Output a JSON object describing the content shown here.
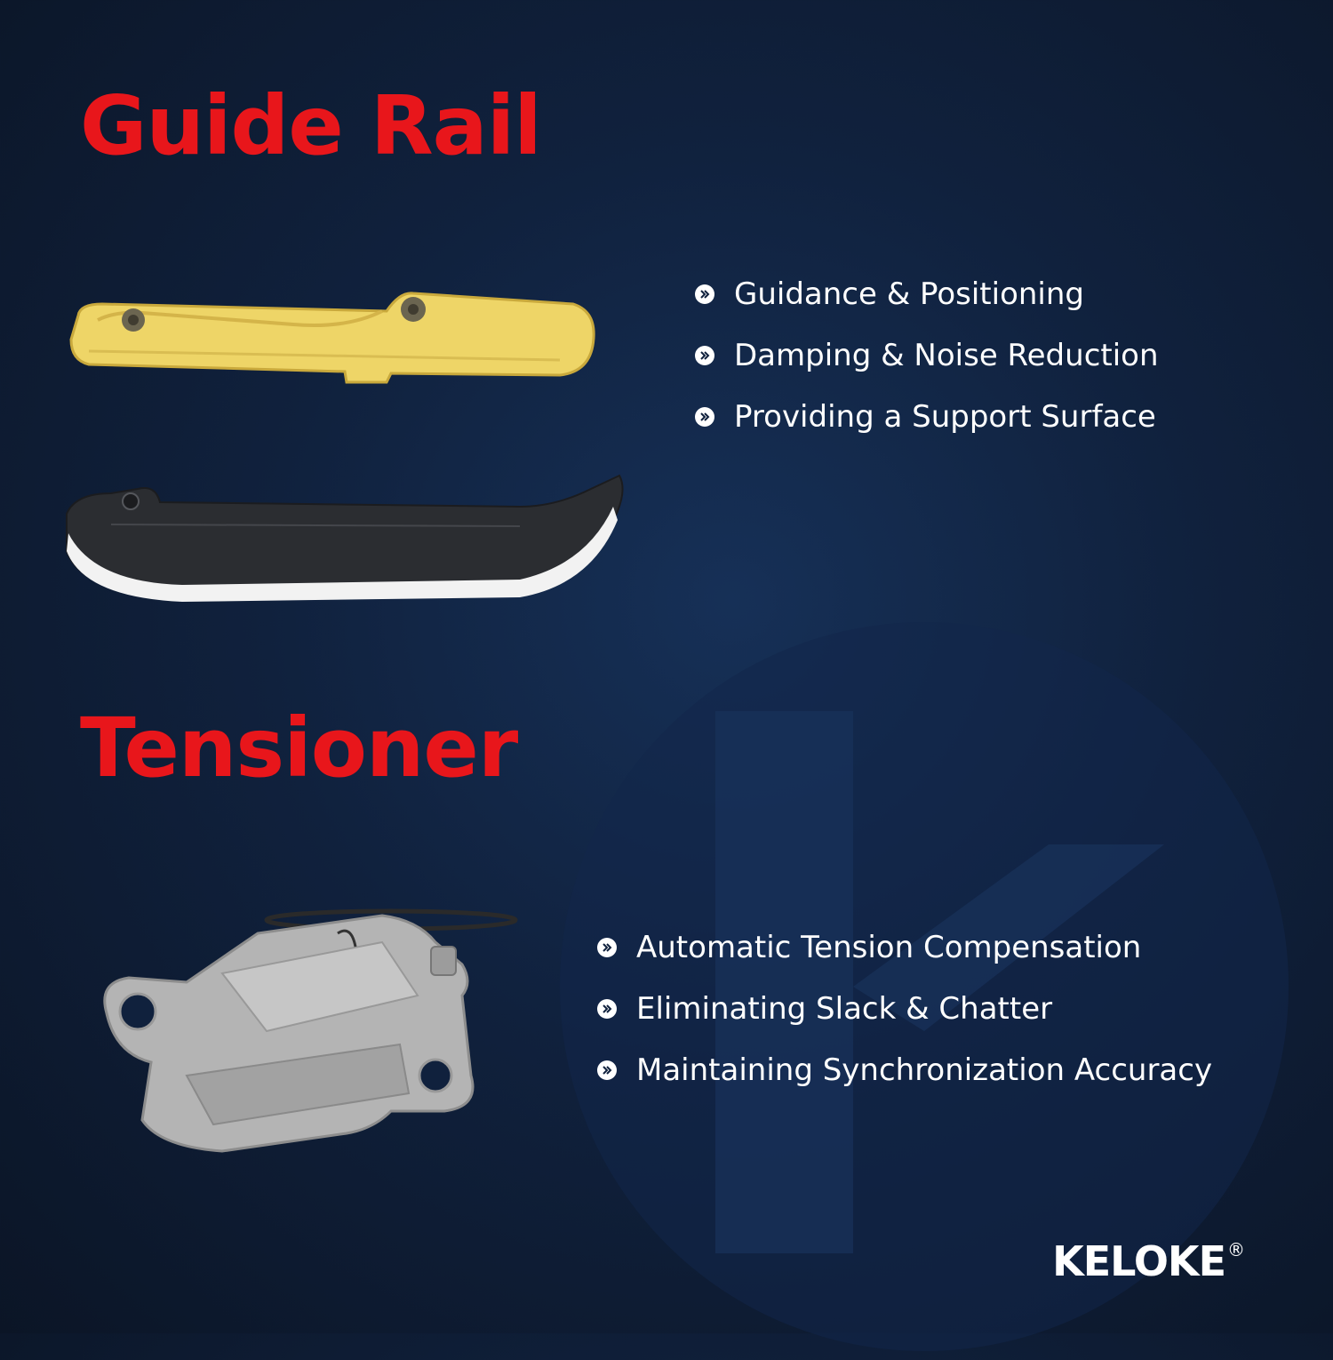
{
  "guide_rail": {
    "heading": "Guide Rail",
    "features": [
      "Guidance & Positioning",
      "Damping & Noise Reduction",
      "Providing a Support Surface"
    ]
  },
  "tensioner": {
    "heading": "Tensioner",
    "features": [
      "Automatic Tension Compensation",
      "Eliminating Slack & Chatter",
      "Maintaining Synchronization Accuracy"
    ]
  },
  "brand": {
    "name": "KELOKE",
    "mark": "®"
  },
  "icons": {
    "bullet": "double-chevron-right-circle-icon"
  },
  "colors": {
    "heading": "#e8161b",
    "text": "#ffffff",
    "background": "#10213d",
    "yellow_rail": "#eed567",
    "black_rail": "#2b2d31",
    "rail_pad": "#f2f2f2",
    "tensioner_body": "#b4b4b4"
  }
}
